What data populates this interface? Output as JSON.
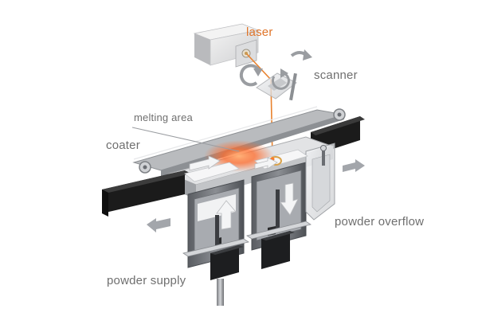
{
  "diagram": {
    "labels": {
      "laser": "laser",
      "scanner": "scanner",
      "melting_area": "melting area",
      "coater": "coater",
      "powder_overflow": "powder overflow",
      "powder_supply": "powder supply"
    },
    "colors": {
      "laser_label": "#e0752a",
      "label_text": "#6f6f6f",
      "laser_beam": "#e8822e",
      "melt_glow": "#ff6a2a",
      "rail_black": "#1b1b1b",
      "metal_dark": "#6a6d72",
      "metal_light": "#c9cbcf",
      "arrow_grey": "#a3a6ab"
    },
    "icons": [
      "rotation-arrow-icon",
      "motion-arrow-icon"
    ]
  }
}
